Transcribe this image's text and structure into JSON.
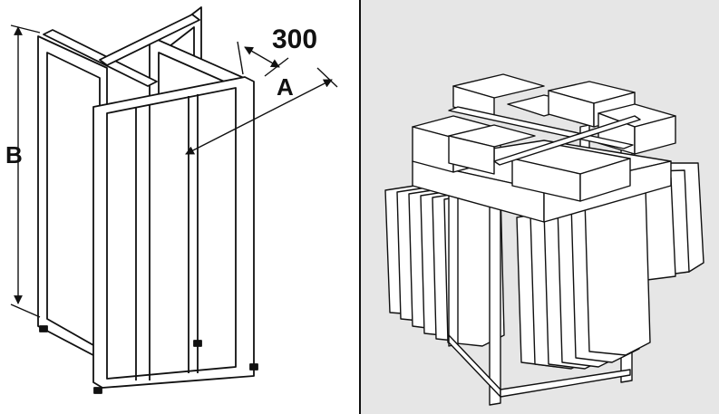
{
  "dimensions": {
    "depth_value": "300",
    "width_label": "A",
    "height_label": "B"
  },
  "colors": {
    "line": "#111111",
    "frame_fill": "#ffffff",
    "right_background": "#e6e6e6",
    "shadow": "#bdbdbd"
  }
}
